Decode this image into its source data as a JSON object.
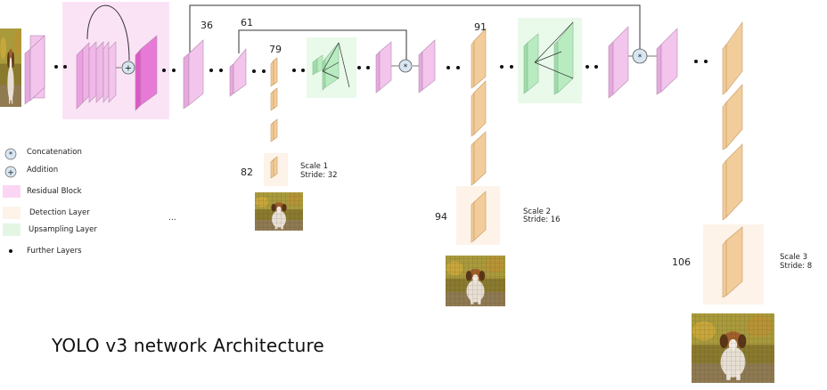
{
  "title": "YOLO v3 network Architecture",
  "layer_numbers": {
    "n36": "36",
    "n61": "61",
    "n79": "79",
    "n91": "91",
    "n82": "82",
    "n94": "94",
    "n106": "106"
  },
  "scales": [
    {
      "scale": "Scale 1",
      "stride": "Stride: 32"
    },
    {
      "scale": "Scale 2",
      "stride": "Stride: 16"
    },
    {
      "scale": "Scale 3",
      "stride": "Stride: 8"
    }
  ],
  "legend": {
    "concatenation": "Concatenation",
    "addition": "Addition",
    "residual": "Residual Block",
    "detection": "Detection Layer",
    "upsampling": "Upsampling Layer",
    "further": "Further Layers"
  },
  "ellipsis": "...",
  "symbols": {
    "concat": "*",
    "add": "+"
  },
  "icons": [
    "concatenation-icon",
    "addition-icon",
    "dog-image"
  ],
  "colors": {
    "conv": "#f3c4ec",
    "residual_bg": "#fbe3f6",
    "residual_dark": "#e77ad6",
    "detection": "#f2cc9a",
    "detection_bg": "#fdf3e8",
    "upsample": "#b8ecc0",
    "upsample_bg": "#e9f9ea"
  }
}
